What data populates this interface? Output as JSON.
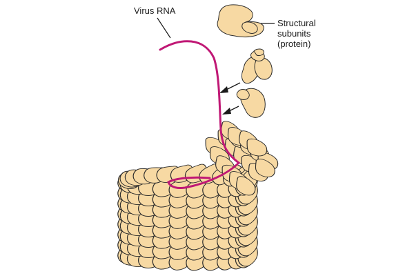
{
  "labels": {
    "rna": "Virus RNA",
    "structural_line1": "Structural",
    "structural_line2": "subunits",
    "structural_line3": "(protein)"
  },
  "colors": {
    "rna": "#c01875",
    "subunit_fill": "#f7d9a3",
    "subunit_stroke": "#2b2b2b",
    "background": "#ffffff"
  }
}
